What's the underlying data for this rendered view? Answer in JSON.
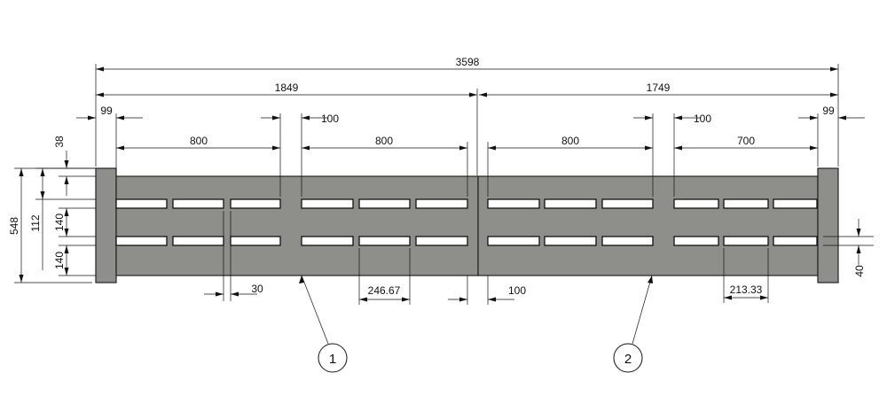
{
  "drawing": {
    "colors": {
      "panel": "#8e8f8b",
      "outline": "#222222",
      "slot": "#ffffff"
    },
    "dimensions": {
      "overall": "3598",
      "part1_length": "1849",
      "part2_length": "1749",
      "left_end": "99",
      "right_end": "99",
      "gap_left": "100",
      "gap_right": "100",
      "seg1": "800",
      "seg2": "800",
      "seg3": "800",
      "seg4": "700",
      "height_total": "548",
      "height_112": "112",
      "top_offset": "38",
      "row_pitch_1": "140",
      "row_pitch_2": "140",
      "slot_gap": "30",
      "slot_len_left": "246.67",
      "joint_gap": "100",
      "slot_len_right": "213.33",
      "slot_height": "40"
    },
    "balloons": [
      "1",
      "2"
    ]
  }
}
